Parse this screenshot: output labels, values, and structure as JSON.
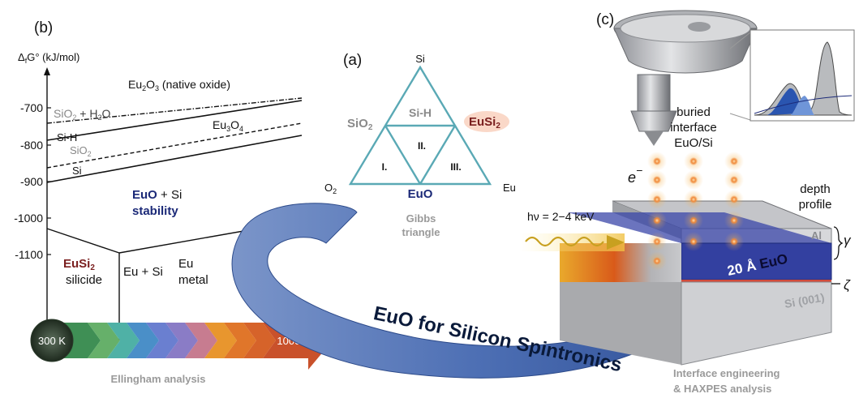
{
  "panel_b": {
    "label": "(b)",
    "y_axis_label": "Δ",
    "y_axis_label_sub": "f",
    "y_axis_label_rest": "G° (kJ/mol)",
    "ticks": [
      "-700",
      "-800",
      "-900",
      "-1000",
      "-1100"
    ],
    "native_oxide_prefix": "Eu",
    "native_oxide_sub1": "2",
    "native_oxide_mid": "O",
    "native_oxide_sub2": "3",
    "native_oxide_suffix": " (native oxide)",
    "sio2_h2o_prefix": "SiO",
    "sio2_h2o_sub": "2",
    "sio2_h2o_suffix": " + H",
    "sio2_h2o_sub2": "2",
    "sio2_h2o_end": "O",
    "sih": "Si-H",
    "sio2_prefix": "SiO",
    "sio2_sub": "2",
    "si": "Si",
    "eu3o4_prefix": "Eu",
    "eu3o4_sub1": "3",
    "eu3o4_mid": "O",
    "eu3o4_sub2": "4",
    "euo_stab_1": "EuO",
    "euo_stab_2": " + Si",
    "euo_stab_3": "stability",
    "eusi2_prefix": "EuSi",
    "eusi2_sub": "2",
    "silicide": "silicide",
    "eu_si": "Eu + Si",
    "eu_metal_1": "Eu",
    "eu_metal_2": "metal",
    "temp_start": "300 K",
    "temp_end": "1000 K",
    "caption": "Ellingham analysis"
  },
  "panel_a": {
    "label": "(a)",
    "vertex_top": "Si",
    "vertex_left": "O",
    "vertex_left_sub": "2",
    "vertex_right": "Eu",
    "region_top": "Si-H",
    "region_1": "I.",
    "region_2": "II.",
    "region_3": "III.",
    "left_label": "SiO",
    "left_label_sub": "2",
    "right_label": "EuSi",
    "right_label_sub": "2",
    "bottom_label": "EuO",
    "caption_1": "Gibbs",
    "caption_2": "triangle"
  },
  "center": {
    "banner": "EuO for Silicon Spintronics"
  },
  "panel_c": {
    "label": "(c)",
    "buried_1": "buried",
    "buried_2": "interface",
    "buried_3": "EuO/Si",
    "electron": "e",
    "electron_sup": "−",
    "depth_1": "depth",
    "depth_2": "profile",
    "photon": "hν = 2−4 keV",
    "al": "Al",
    "gamma": "γ",
    "zeta": "ζ",
    "thickness": "20 Å ",
    "euo": "EuO",
    "substrate": "Si (001)",
    "caption_1": "Interface engineering",
    "caption_2": "& HAXPES analysis"
  },
  "colors": {
    "euo_blue": "#1c2a78",
    "eusi2_red": "#7a1f1f",
    "arrow_blue": "#4d6fb4",
    "triangle": "#5aa9b5",
    "grey_text": "#8a8a8a"
  }
}
